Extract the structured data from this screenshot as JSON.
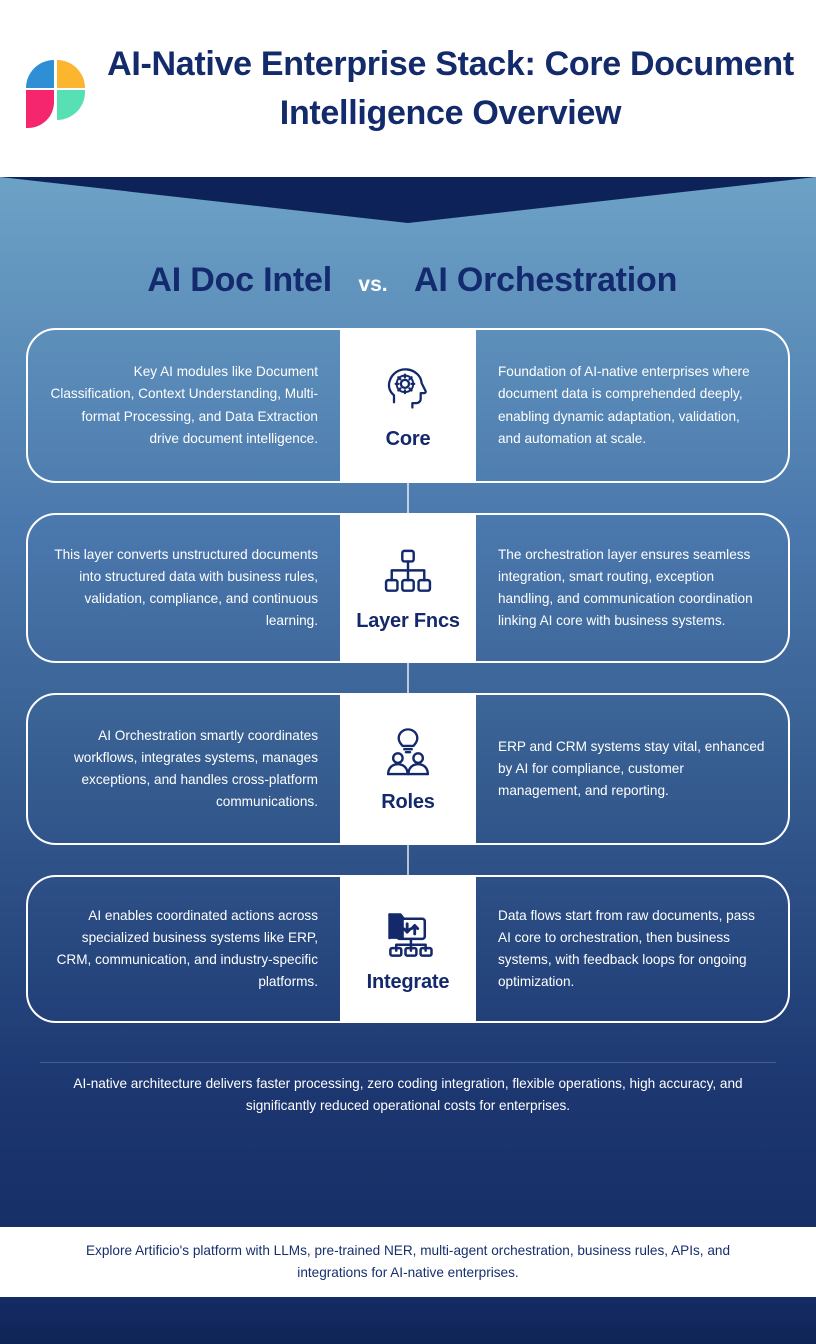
{
  "header": {
    "title": "AI-Native Enterprise Stack: Core Document Intelligence Overview",
    "logo_name": "artificio-logo",
    "colors": {
      "quadrant_top_left": "#2f8fd4",
      "quadrant_top_right": "#fbb52e",
      "quadrant_bottom_left": "#f5256e",
      "quadrant_bottom_right": "#57e0b4",
      "title_navy": "#132a6b"
    }
  },
  "compare_heading": {
    "left": "AI Doc Intel",
    "separator": "vs.",
    "right": "AI Orchestration"
  },
  "rows": [
    {
      "icon": "brain-gear-head-icon",
      "label": "Core",
      "left": "Key AI modules like Document Classification, Context Understanding, Multi-format Processing, and Data Extraction drive document intelligence.",
      "right": "Foundation of AI-native enterprises where document data is comprehended deeply, enabling dynamic adaptation, validation, and automation at scale."
    },
    {
      "icon": "hierarchy-org-chart-icon",
      "label": "Layer Fncs",
      "left": "This layer converts unstructured documents into structured data with business rules, validation, compliance, and continuous learning.",
      "right": "The orchestration layer ensures seamless integration, smart routing, exception handling, and communication coordination linking AI core with business systems."
    },
    {
      "icon": "lightbulb-people-icon",
      "label": "Roles",
      "left": "AI Orchestration smartly coordinates workflows, integrates systems, manages exceptions, and handles cross-platform communications.",
      "right": "ERP and CRM systems stay vital, enhanced by AI for compliance, customer management, and reporting."
    },
    {
      "icon": "folder-transfer-network-icon",
      "label": "Integrate",
      "left": "AI enables coordinated actions across specialized business systems like ERP, CRM, communication, and industry-specific platforms.",
      "right": "Data flows start from raw documents, pass AI core to orchestration, then business systems, with feedback loops for ongoing optimization."
    }
  ],
  "summary": "AI-native architecture delivers faster processing, zero coding integration, flexible operations, high accuracy, and significantly reduced operational costs for enterprises.",
  "footer": {
    "text": "Explore Artificio's platform with LLMs, pre-trained NER, multi-agent orchestration, business rules, APIs, and integrations for AI-native enterprises."
  },
  "theme": {
    "navy": "#0d2259",
    "white": "#ffffff",
    "gradient_top": "#6da2c6",
    "gradient_bottom": "#172f67"
  }
}
